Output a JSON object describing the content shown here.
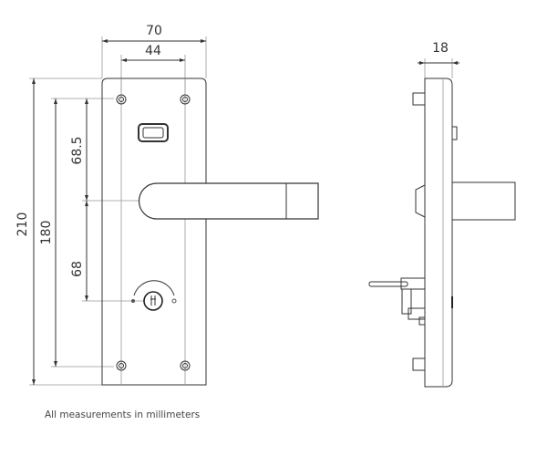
{
  "dimensions": {
    "plate_width": "70",
    "screw_spacing_horizontal": "44",
    "plate_height": "210",
    "screw_spacing_vertical": "180",
    "screw_to_handle": "68.5",
    "handle_to_key": "68",
    "side_depth": "18"
  },
  "caption": "All measurements in millimeters"
}
